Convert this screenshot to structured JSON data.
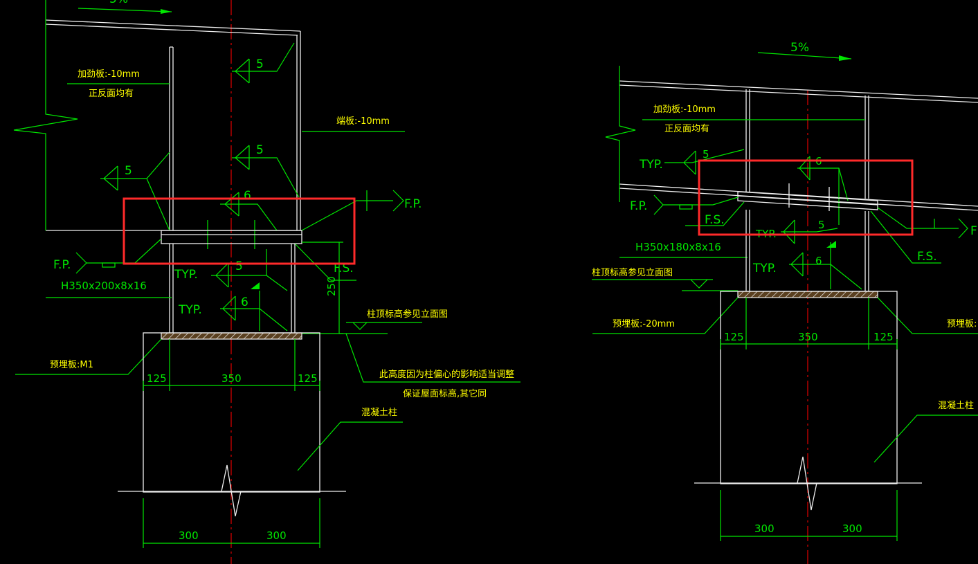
{
  "colors": {
    "background": "#000000",
    "annotation_green": "#00e600",
    "outline_white": "#f0f0f0",
    "chinese_text_yellow": "#ffff00",
    "centerline_red": "#e00000",
    "highlight_box_red": "#ff2a2a"
  },
  "left_detail": {
    "slope": "5%",
    "stiffener_label": "加劲板:-10mm",
    "both_faces": "正反面均有",
    "end_plate_label": "端板:-10mm",
    "weld_5a": "5",
    "weld_5b": "5",
    "weld_5c": "5",
    "weld_6a": "6",
    "weld_5d": "5",
    "weld_6b": "6",
    "fp_right": "F.P.",
    "fp_left": "F.P.",
    "fs": "F.S.",
    "typ1": "TYP.",
    "typ2": "TYP.",
    "section": "H350x200x8x16",
    "dim_250": "250",
    "column_top_note": "柱顶标高参见立面图",
    "embed_plate": "预埋板:M1",
    "dim_125_left": "125",
    "dim_350": "350",
    "dim_125_right": "125",
    "height_note_1": "此高度因为柱偏心的影响适当调整",
    "height_note_2": "保证屋面标高,其它同",
    "concrete_column": "混凝土柱",
    "dim_300_left": "300",
    "dim_300_right": "300"
  },
  "right_detail": {
    "slope": "5%",
    "stiffener_label": "加劲板:-10mm",
    "both_faces": "正反面均有",
    "typ1": "TYP.",
    "weld_5a": "5",
    "weld_6a": "6",
    "fp_left": "F.P.",
    "fs_left": "F.S.",
    "typ2": "TYP.",
    "weld_5b": "5",
    "fp_right": "F",
    "section": "H350x180x8x16",
    "column_top_note": "柱顶标高参见立面图",
    "typ3": "TYP.",
    "weld_6b": "6",
    "fs_right": "F.S.",
    "embed_plate": "预埋板:-20mm",
    "embed_plate_right": "预埋板:",
    "dim_125_left": "125",
    "dim_350": "350",
    "dim_125_right": "125",
    "concrete_column": "混凝土柱",
    "dim_300_left": "300",
    "dim_300_right": "300"
  }
}
